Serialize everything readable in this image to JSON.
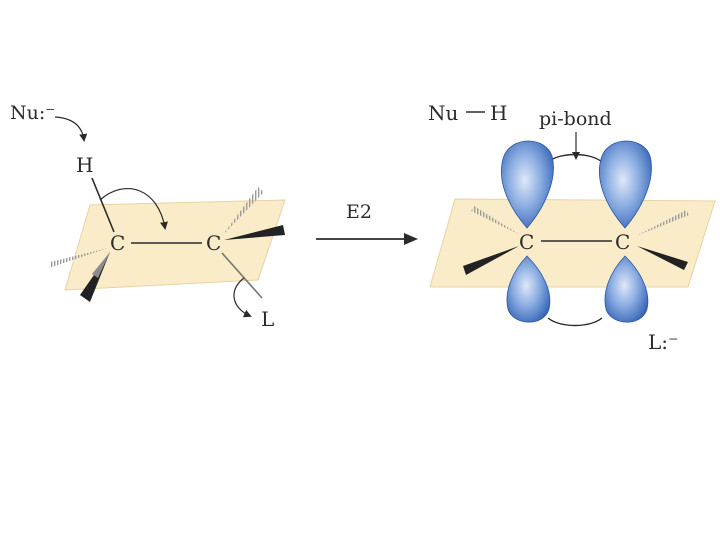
{
  "reactant": {
    "nucleophile": "Nu:⁻",
    "hydrogen": "H",
    "carbon_left": "C",
    "carbon_right": "C",
    "leaving_group": "L"
  },
  "reaction": {
    "label": "E2"
  },
  "product": {
    "byproduct_left": "Nu",
    "byproduct_right": "H",
    "pi_bond_label": "pi-bond",
    "carbon_left": "C",
    "carbon_right": "C",
    "leaving_group_ion": "L:⁻"
  },
  "colors": {
    "plane_fill": "#fbecc9",
    "plane_stroke": "#e7d2a3",
    "lobe_dark": "#2f5fb3",
    "lobe_light": "#c9d8f2",
    "ink": "#2b2b2b"
  }
}
